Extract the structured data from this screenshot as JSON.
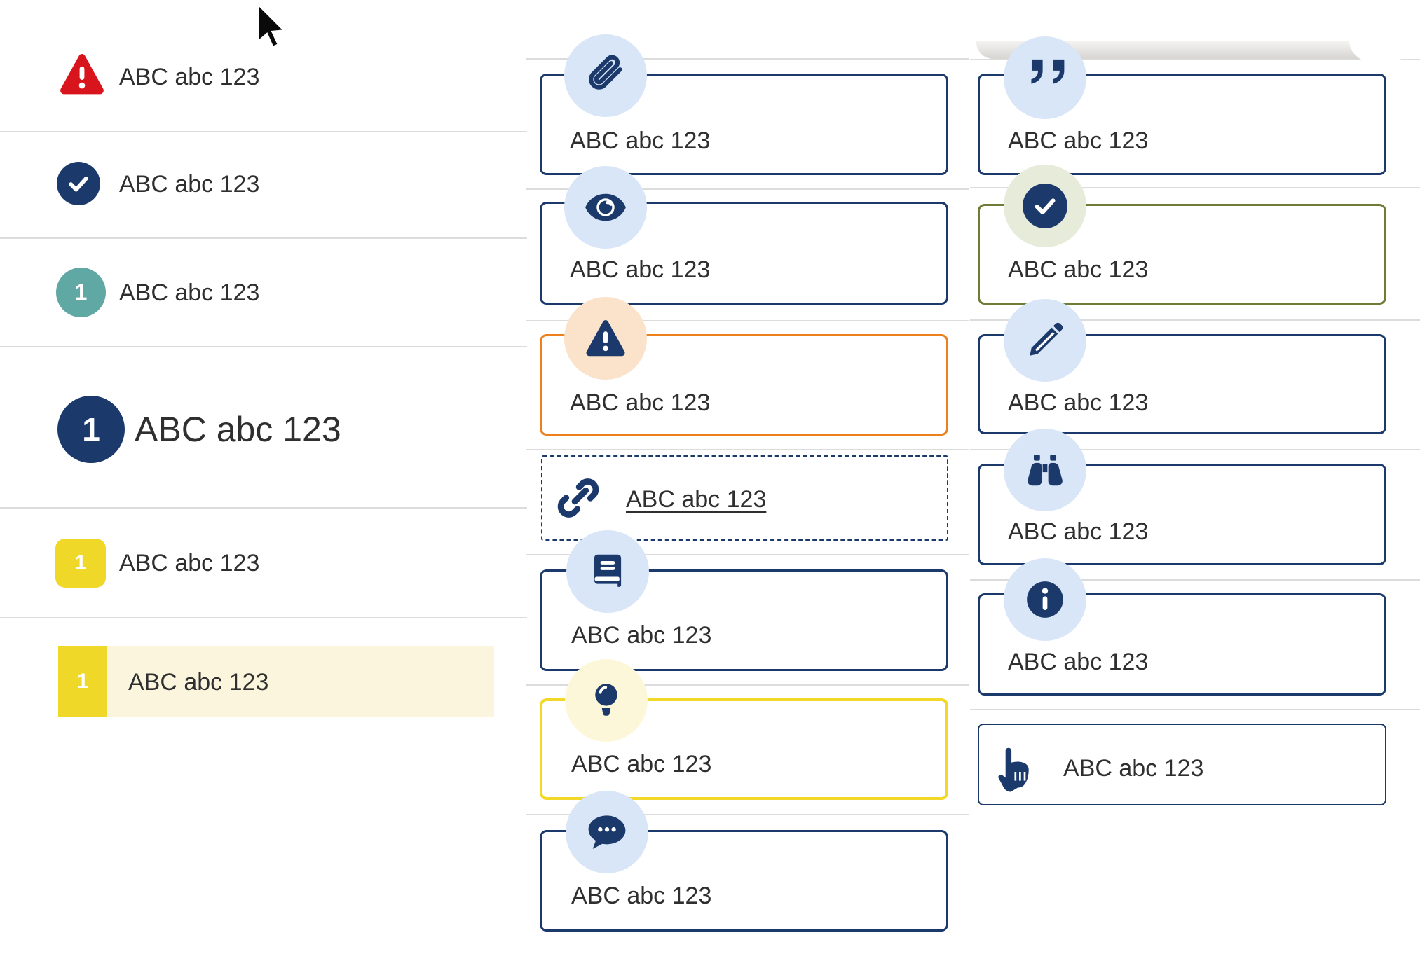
{
  "colors": {
    "navy": "#1b3a6b",
    "orange_border": "#ee7f1d",
    "olive_border": "#6f7c35",
    "yellow_border": "#f2d829",
    "red": "#d8151d",
    "teal": "#5fa8a3",
    "yellow_badge": "#f0d829",
    "highlight_band": "#faf5dc",
    "icon_bg_blue": "#d9e6f8",
    "icon_bg_peach": "#fbe2ca",
    "icon_bg_sage": "#e7ebda",
    "icon_bg_light_yellow": "#fdf7d9",
    "separator": "#dcdcdc",
    "text": "#2f2f2f"
  },
  "left_list": {
    "items": [
      {
        "icon": "alert-triangle",
        "label": "ABC abc 123"
      },
      {
        "icon": "check-circle",
        "label": "ABC abc 123"
      },
      {
        "icon": "number-badge-teal",
        "badge": "1",
        "label": "ABC abc 123"
      },
      {
        "icon": "number-badge-large-navy",
        "badge": "1",
        "label": "ABC abc 123"
      },
      {
        "icon": "number-badge-yellow-square",
        "badge": "1",
        "label": "ABC abc 123"
      },
      {
        "icon": "number-badge-yellow-square",
        "badge": "1",
        "label": "ABC abc 123",
        "highlighted": true
      }
    ]
  },
  "middle_cards": [
    {
      "icon": "paperclip",
      "label": "ABC abc 123"
    },
    {
      "icon": "eye",
      "label": "ABC abc 123"
    },
    {
      "icon": "alert-triangle",
      "label": "ABC abc 123",
      "style": "orange"
    },
    {
      "icon": "link",
      "label": "ABC abc 123",
      "style": "dashed-link"
    },
    {
      "icon": "book",
      "label": "ABC abc 123"
    },
    {
      "icon": "lightbulb",
      "label": "ABC abc 123",
      "style": "yellow"
    },
    {
      "icon": "comment",
      "label": "ABC abc 123"
    }
  ],
  "right_cards": [
    {
      "icon": "quote",
      "label": "ABC abc 123"
    },
    {
      "icon": "check-circle",
      "label": "ABC abc 123",
      "style": "olive"
    },
    {
      "icon": "pencil",
      "label": "ABC abc 123"
    },
    {
      "icon": "binoculars",
      "label": "ABC abc 123"
    },
    {
      "icon": "info",
      "label": "ABC abc 123"
    },
    {
      "icon": "hand-pointer",
      "label": "ABC abc 123",
      "style": "compact"
    }
  ]
}
